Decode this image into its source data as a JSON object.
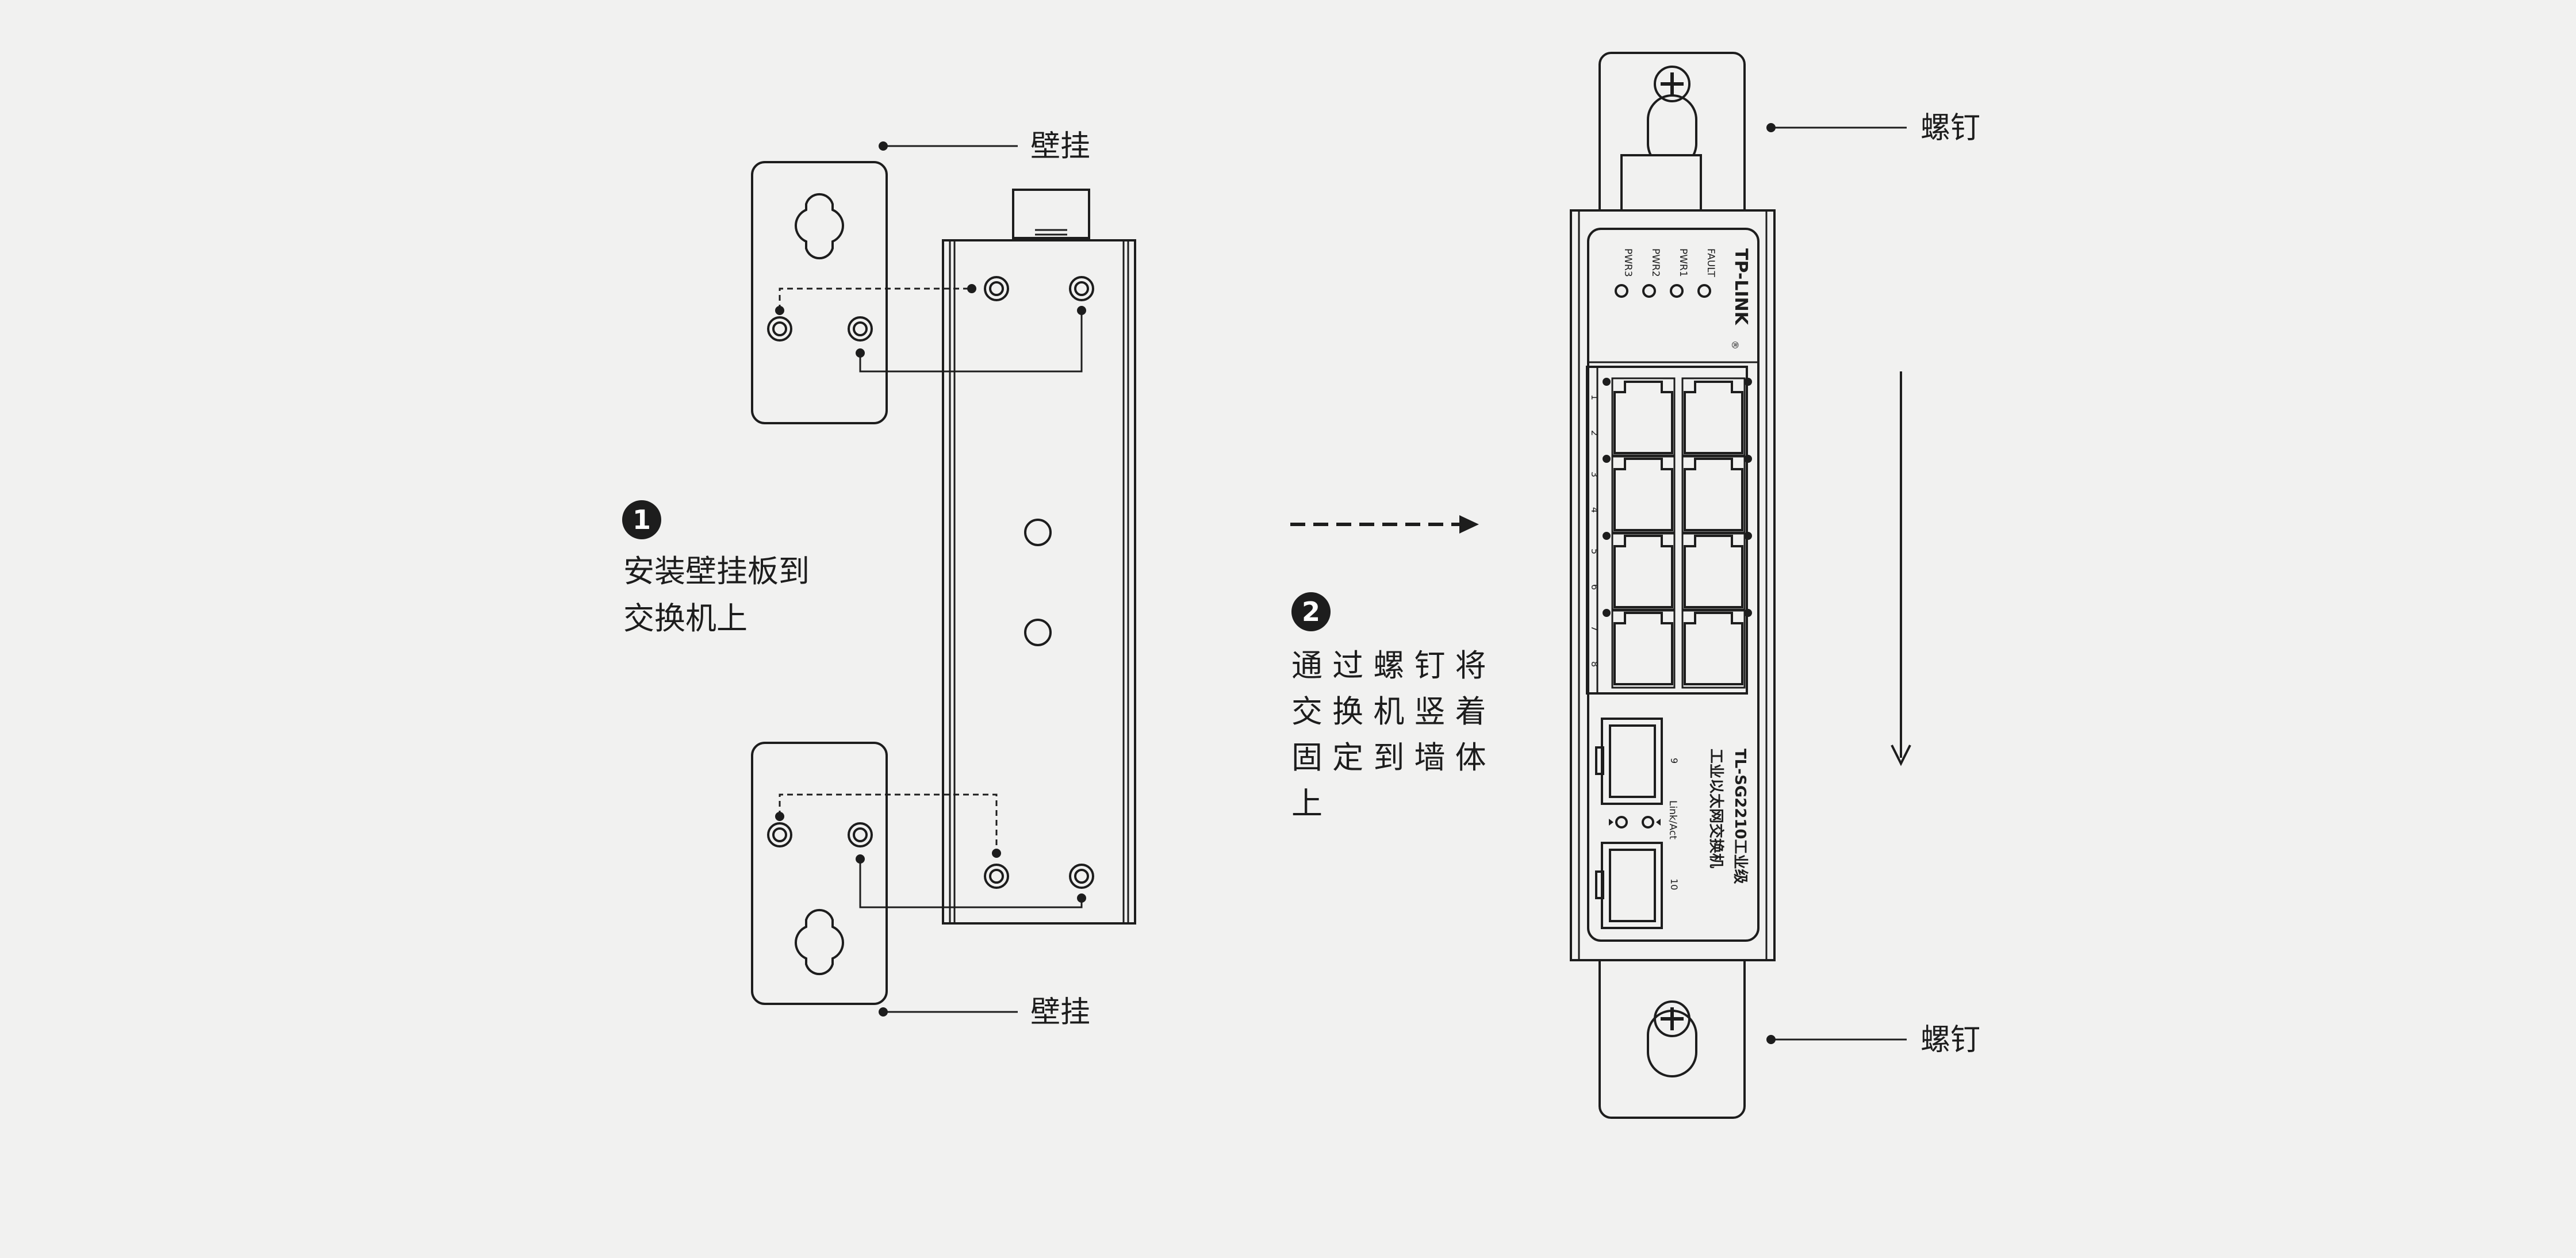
{
  "callouts": {
    "wall_mount_top": "壁挂",
    "wall_mount_bottom": "壁挂",
    "screw_top": "螺钉",
    "screw_bottom": "螺钉"
  },
  "step1": {
    "number": "1",
    "lines": [
      "安装壁挂板到",
      "交换机上"
    ]
  },
  "step2": {
    "number": "2",
    "lines": [
      "通 过 螺 钉 将",
      "交 换 机 竖 着",
      "固 定 到 墙 体",
      "上"
    ]
  },
  "device": {
    "brand": "TP-LINK",
    "brand_mark": "®",
    "leds": [
      "FAULT",
      "PWR1",
      "PWR2",
      "PWR3"
    ],
    "port_numbers": [
      "1",
      "2",
      "3",
      "4",
      "5",
      "6",
      "7",
      "8"
    ],
    "sfp_numbers": [
      "9",
      "10"
    ],
    "link_label": "Link/Act",
    "model_line1": "TL-SG2210工业级",
    "model_line2": "工业以太网交换机"
  }
}
